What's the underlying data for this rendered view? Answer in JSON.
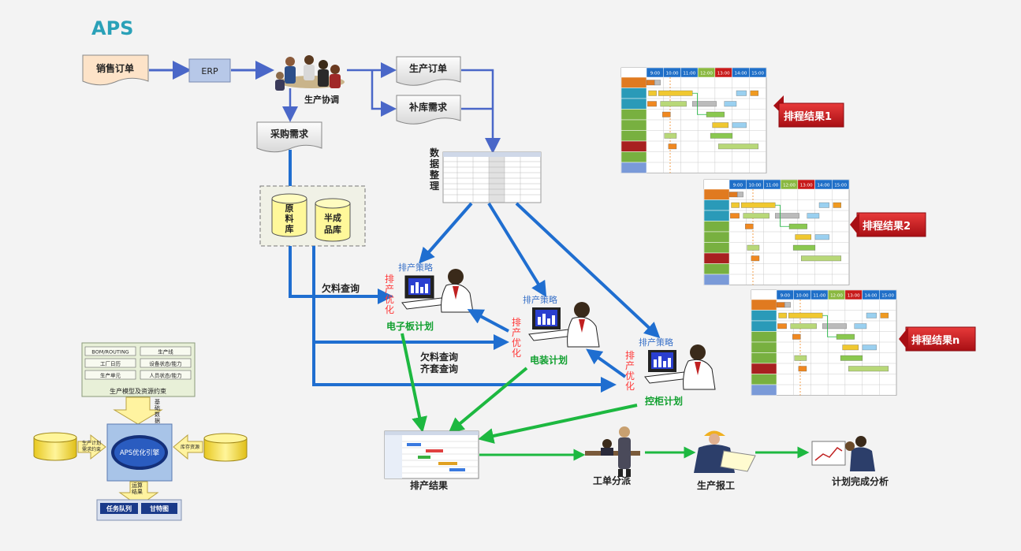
{
  "title": "APS",
  "colors": {
    "title": "#2aa1b8",
    "blue_flow": "#4a67c8",
    "thick_flow": "#1f6ed0",
    "green_flow": "#1db840",
    "red_label": "#ff3a3a",
    "strategy_label": "#3a72c8",
    "plan_label": "#12a030",
    "callout_red": "#c81820"
  },
  "top_flow": {
    "sales_order": "销售订单",
    "erp": "ERP",
    "coordination": "生产协调",
    "production_order": "生产订单",
    "replenishment": "补库需求",
    "purchase_demand": "采购需求",
    "data_cleanup": "数据整理",
    "raw_material_warehouse": "原料库",
    "semi_finished_warehouse": "半成品库"
  },
  "planners": {
    "strategy": "排产策略",
    "optimize": "排产优化",
    "electronics": "电子板计划",
    "assembly": "电装计划",
    "cabinet": "控柜计划",
    "shortage_query": "欠料查询",
    "shortage_kit_query_line1": "欠料查询",
    "shortage_kit_query_line2": "齐套查询"
  },
  "bottom_flow": {
    "result": "排产结果",
    "dispatch": "工单分派",
    "report": "生产报工",
    "analysis": "计划完成分析"
  },
  "gantt_callouts": [
    "排程结果1",
    "排程结果2",
    "排程结果n"
  ],
  "gantt_times": [
    "9:00",
    "10:00",
    "11:00",
    "12:00",
    "13:00",
    "14:00",
    "15:00"
  ],
  "engine": {
    "top_labels": [
      "BOM/ROUTING",
      "生产线",
      "工厂日历",
      "设备状态/能力",
      "生产单元",
      "人员状态/能力"
    ],
    "constraint_caption": "生产模型及资源约束",
    "input_label": "基础数据",
    "center": "APS优化引擎",
    "left_db": "生产计划需求约束",
    "right_db": "库存资源",
    "output_label": "运算结果",
    "outputs": [
      "任务队列",
      "甘特图"
    ]
  }
}
